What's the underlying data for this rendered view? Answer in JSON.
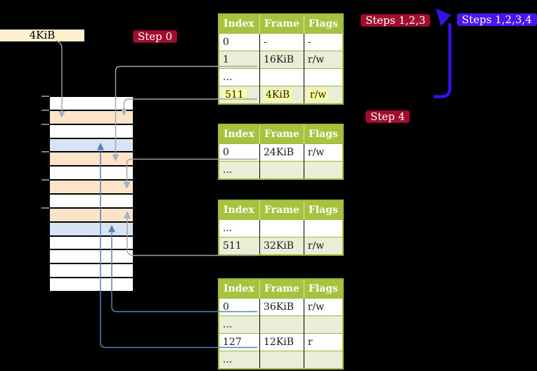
{
  "labels": {
    "frame_size": "4KiB",
    "step0": "Step 0",
    "steps123": "Steps 1,2,3",
    "steps1234": "Steps 1,2,3,4",
    "step4": "Step 4"
  },
  "memory": {
    "rows": [
      "white",
      "orange",
      "white",
      "blue",
      "orange",
      "white",
      "orange",
      "white",
      "orange",
      "blue",
      "white",
      "white",
      "white",
      "white"
    ],
    "ticks": [
      136,
      156,
      176,
      215,
      255,
      295
    ]
  },
  "tables": [
    {
      "headers": [
        "Index",
        "Frame",
        "Flags"
      ],
      "rows": [
        [
          "0",
          "-",
          "-"
        ],
        [
          "1",
          "16KiB",
          "r/w"
        ],
        [
          "...",
          "",
          ""
        ],
        [
          "511",
          "4KiB",
          "r/w"
        ]
      ],
      "highlight_row": 3
    },
    {
      "headers": [
        "Index",
        "Frame",
        "Flags"
      ],
      "rows": [
        [
          "0",
          "24KiB",
          "r/w"
        ],
        [
          "...",
          "",
          ""
        ]
      ]
    },
    {
      "headers": [
        "Index",
        "Frame",
        "Flags"
      ],
      "rows": [
        [
          "...",
          "",
          ""
        ],
        [
          "511",
          "32KiB",
          "r/w"
        ]
      ]
    },
    {
      "headers": [
        "Index",
        "Frame",
        "Flags"
      ],
      "rows": [
        [
          "0",
          "36KiB",
          "r/w"
        ],
        [
          "...",
          "",
          ""
        ],
        [
          "127",
          "12KiB",
          "r"
        ],
        [
          "...",
          "",
          ""
        ]
      ]
    }
  ],
  "colors": {
    "badge_red": "#a30d2d",
    "badge_blue": "#4a16f0",
    "loop_arrow_blue": "#3811e8",
    "connector_gray": "#a3a3a3",
    "connector_blue": "#5b7fb8",
    "table_header_green": "#a6c23e",
    "table_border_green": "#9cb835",
    "row_light_green": "#e9efd6",
    "highlight_yellow": "#ffff9e",
    "frame_label_bg": "#fdf1cd",
    "memory_orange": "#fce4c8",
    "memory_blue": "#d8e4f5"
  }
}
